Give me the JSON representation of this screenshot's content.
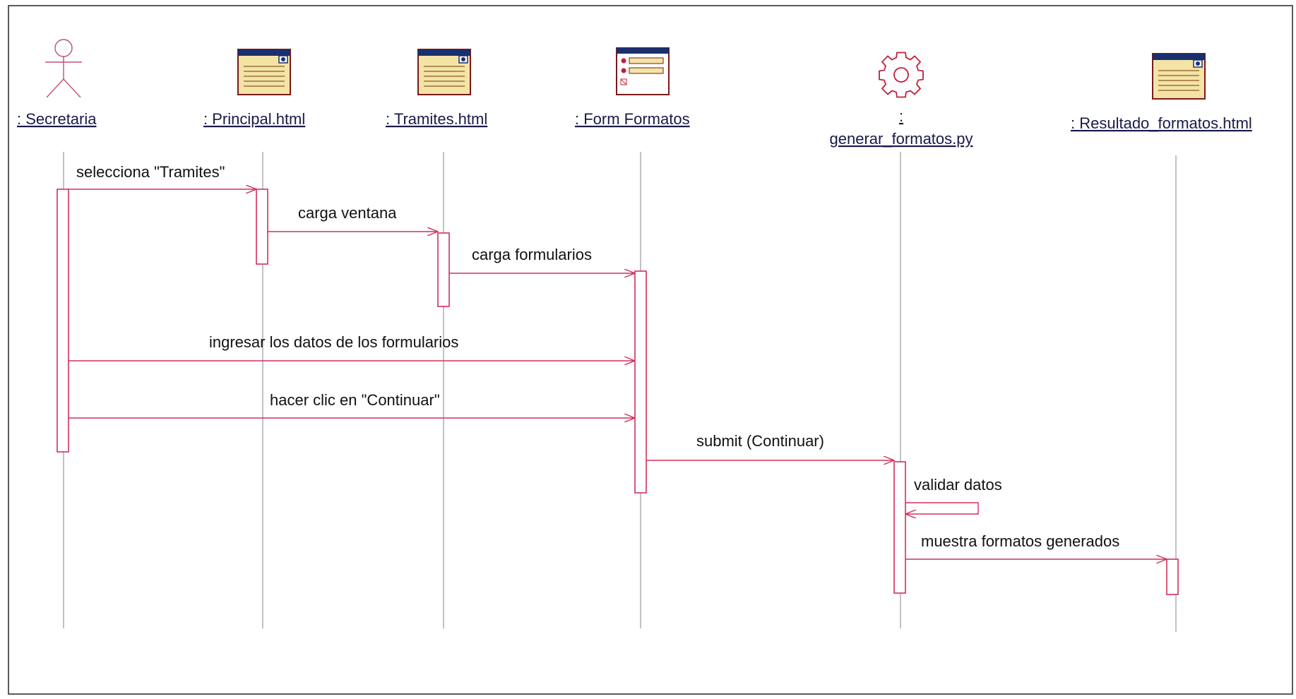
{
  "diagram": {
    "colors": {
      "message": "#d0305a",
      "frame": "#333333",
      "lifeline": "#9a9a9a",
      "icon_body": "#f3e4a6",
      "icon_border": "#7a1a1a",
      "icon_titlebar": "#1a2f6e"
    },
    "participants": [
      {
        "id": "secretaria",
        "label": ": Secretaria",
        "icon": "actor-stick-figure"
      },
      {
        "id": "principal",
        "label": ": Principal.html",
        "icon": "html-page-icon"
      },
      {
        "id": "tramites",
        "label": ": Tramites.html",
        "icon": "html-page-icon"
      },
      {
        "id": "form",
        "label": ": Form Formatos",
        "icon": "form-window-icon"
      },
      {
        "id": "generar",
        "label_prefix": ":",
        "label": "generar_formatos.py",
        "icon": "gear-icon"
      },
      {
        "id": "resultado",
        "label": ": Resultado_formatos.html",
        "icon": "html-page-icon"
      }
    ],
    "messages": [
      {
        "from": "secretaria",
        "to": "principal",
        "label": "selecciona \"Tramites\""
      },
      {
        "from": "principal",
        "to": "tramites",
        "label": "carga ventana"
      },
      {
        "from": "tramites",
        "to": "form",
        "label": "carga formularios"
      },
      {
        "from": "secretaria",
        "to": "form",
        "label": "ingresar los datos de los formularios"
      },
      {
        "from": "secretaria",
        "to": "form",
        "label": "hacer clic en \"Continuar\""
      },
      {
        "from": "form",
        "to": "generar",
        "label": "submit (Continuar)"
      },
      {
        "from": "generar",
        "to": "generar",
        "label": "validar datos"
      },
      {
        "from": "generar",
        "to": "resultado",
        "label": "muestra formatos generados"
      }
    ]
  }
}
